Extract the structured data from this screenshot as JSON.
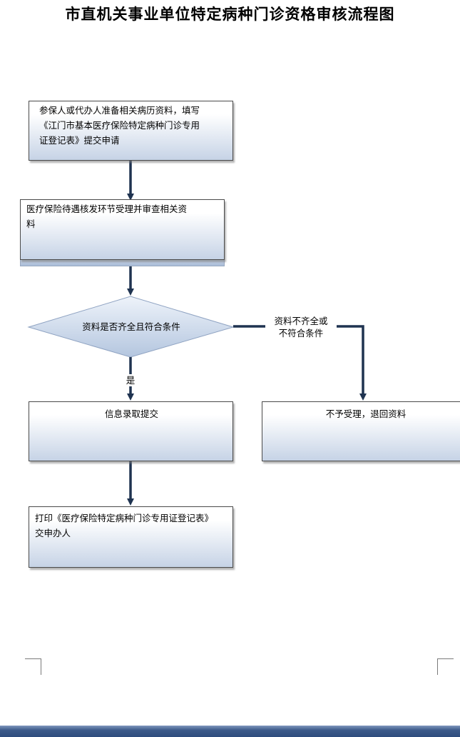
{
  "title": "市直机关事业单位特定病种门诊资格审核流程图",
  "steps": {
    "submit": [
      "参保人或代办人准备相关病历资料，填写",
      "《江门市基本医疗保险特定病种门诊专用",
      "证登记表》提交申请"
    ],
    "review": [
      "医疗保险待遇核发环节受理并审查相关资",
      "料"
    ],
    "decision": "资料是否齐全且符合条件",
    "entry": "信息录取提交",
    "reject": "不予受理，退回资料",
    "print": [
      "打印《医疗保险特定病种门诊专用证登记表》",
      "交申办人"
    ]
  },
  "labels": {
    "yes": "是",
    "no": [
      "资料不齐全或",
      "不符合条件"
    ]
  },
  "colors": {
    "connector": "#1f3350",
    "box_gradient_bottom": "#c6d3e6",
    "diamond_fill": "#c9d6e8",
    "footer": "#3c5a8a"
  }
}
